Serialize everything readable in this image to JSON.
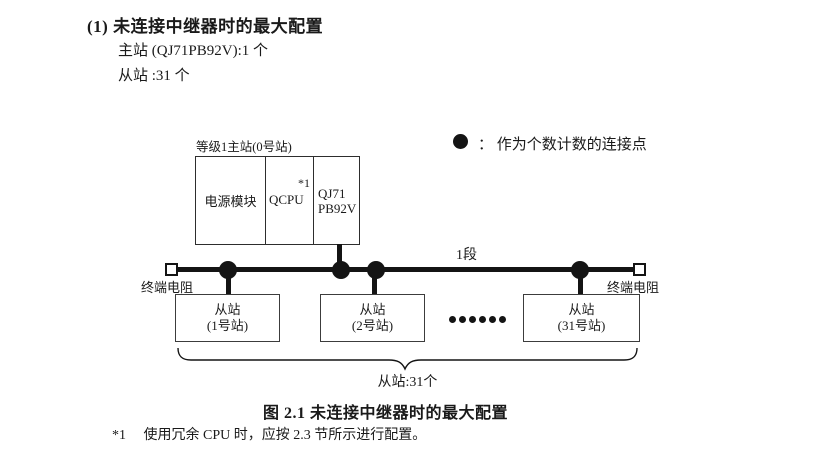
{
  "document": {
    "heading": "(1) 未连接中继器时的最大配置",
    "master_count_line": "主站 (QJ71PB92V):1 个",
    "slave_count_line": "从站 :31 个",
    "figure_caption": "图 2.1 未连接中继器时的最大配置",
    "footnote": {
      "marker": "*1",
      "text": "使用冗余 CPU 时，应按 2.3 节所示进行配置。"
    }
  },
  "diagram": {
    "master": {
      "label": "等级1主站(0号站)",
      "power_module": "电源模块",
      "cpu": "QCPU",
      "cpu_note": "*1",
      "pb_module_line1": "QJ71",
      "pb_module_line2": "PB92V"
    },
    "legend": {
      "icon": "connection-point-dot",
      "text": "：  作为个数计数的连接点"
    },
    "segment_label": "1段",
    "terminator_left": "终端电阻",
    "terminator_right": "终端电阻",
    "slaves": [
      {
        "line1": "从站",
        "line2": "(1号站)"
      },
      {
        "line1": "从站",
        "line2": "(2号站)"
      },
      {
        "line1": "从站",
        "line2": "(31号站)"
      }
    ],
    "brace_label": "从站:31个",
    "colors": {
      "ink": "#141414",
      "background": "#ffffff"
    }
  }
}
